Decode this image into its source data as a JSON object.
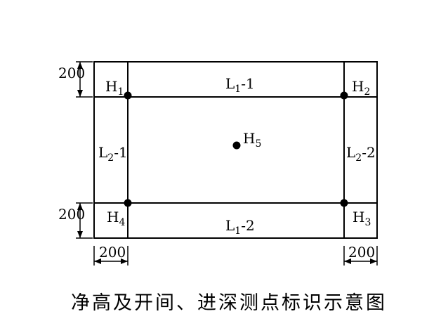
{
  "points": {
    "h1": {
      "base": "H",
      "sub": "1"
    },
    "h2": {
      "base": "H",
      "sub": "2"
    },
    "h3": {
      "base": "H",
      "sub": "3"
    },
    "h4": {
      "base": "H",
      "sub": "4"
    },
    "h5": {
      "base": "H",
      "sub": "5"
    }
  },
  "lines": {
    "l1_1": {
      "base": "L",
      "sub": "1",
      "suffix": "-1"
    },
    "l1_2": {
      "base": "L",
      "sub": "1",
      "suffix": "-2"
    },
    "l2_1": {
      "base": "L",
      "sub": "2",
      "suffix": "-1"
    },
    "l2_2": {
      "base": "L",
      "sub": "2",
      "suffix": "-2"
    }
  },
  "dimensions": {
    "top_left": "200",
    "bottom_left": "200",
    "bottom_horizontal_left": "200",
    "bottom_horizontal_right": "200"
  },
  "caption": "净高及开间、进深测点标识示意图"
}
